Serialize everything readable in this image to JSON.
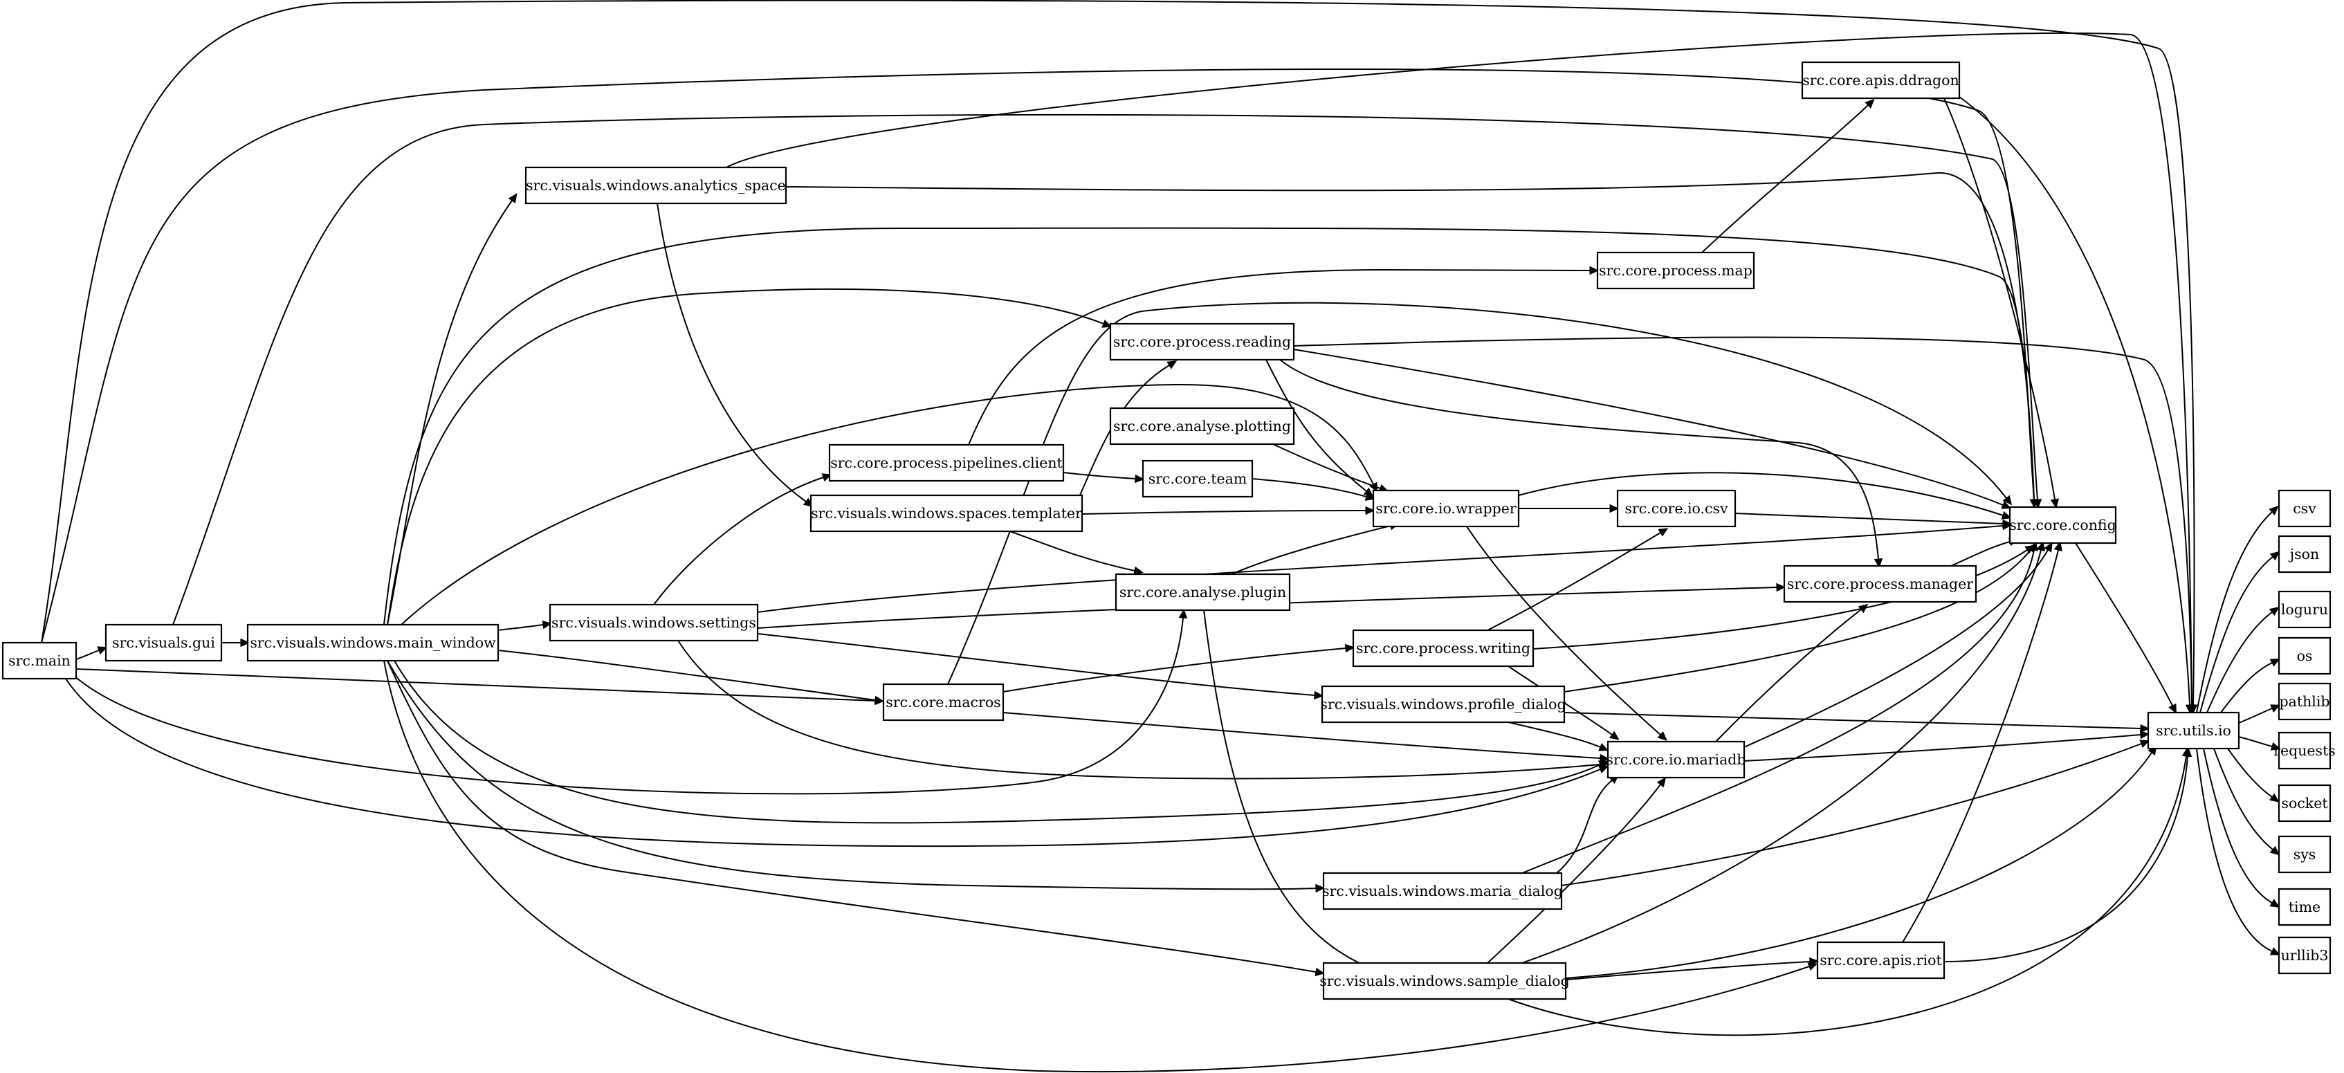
{
  "graph": {
    "nodes": [
      {
        "id": "src_main",
        "label": "src.main"
      },
      {
        "id": "src_visuals_gui",
        "label": "src.visuals.gui"
      },
      {
        "id": "src_visuals_windows_main_window",
        "label": "src.visuals.windows.main_window"
      },
      {
        "id": "src_visuals_windows_analytics_space",
        "label": "src.visuals.windows.analytics_space"
      },
      {
        "id": "src_visuals_windows_settings",
        "label": "src.visuals.windows.settings"
      },
      {
        "id": "src_core_process_pipelines_client",
        "label": "src.core.process.pipelines.client"
      },
      {
        "id": "src_visuals_windows_spaces_templater",
        "label": "src.visuals.windows.spaces.templater"
      },
      {
        "id": "src_core_macros",
        "label": "src.core.macros"
      },
      {
        "id": "src_core_process_reading",
        "label": "src.core.process.reading"
      },
      {
        "id": "src_core_analyse_plotting",
        "label": "src.core.analyse.plotting"
      },
      {
        "id": "src_core_team",
        "label": "src.core.team"
      },
      {
        "id": "src_core_analyse_plugin",
        "label": "src.core.analyse.plugin"
      },
      {
        "id": "src_core_process_writing",
        "label": "src.core.process.writing"
      },
      {
        "id": "src_visuals_windows_profile_dialog",
        "label": "src.visuals.windows.profile_dialog"
      },
      {
        "id": "src_visuals_windows_maria_dialog",
        "label": "src.visuals.windows.maria_dialog"
      },
      {
        "id": "src_visuals_windows_sample_dialog",
        "label": "src.visuals.windows.sample_dialog"
      },
      {
        "id": "src_core_process_map",
        "label": "src.core.process.map"
      },
      {
        "id": "src_core_io_wrapper",
        "label": "src.core.io.wrapper"
      },
      {
        "id": "src_core_io_csv",
        "label": "src.core.io.csv"
      },
      {
        "id": "src_core_io_mariadb",
        "label": "src.core.io.mariadb"
      },
      {
        "id": "src_core_apis_ddragon",
        "label": "src.core.apis.ddragon"
      },
      {
        "id": "src_core_process_manager",
        "label": "src.core.process.manager"
      },
      {
        "id": "src_core_apis_riot",
        "label": "src.core.apis.riot"
      },
      {
        "id": "src_core_config",
        "label": "src.core.config"
      },
      {
        "id": "src_utils_io",
        "label": "src.utils.io"
      },
      {
        "id": "csv",
        "label": "csv"
      },
      {
        "id": "json",
        "label": "json"
      },
      {
        "id": "loguru",
        "label": "loguru"
      },
      {
        "id": "os",
        "label": "os"
      },
      {
        "id": "pathlib",
        "label": "pathlib"
      },
      {
        "id": "requests",
        "label": "requests"
      },
      {
        "id": "socket",
        "label": "socket"
      },
      {
        "id": "sys",
        "label": "sys"
      },
      {
        "id": "time",
        "label": "time"
      },
      {
        "id": "urllib3",
        "label": "urllib3"
      }
    ],
    "edges": [
      {
        "from": "src_main",
        "to": "src_visuals_gui"
      },
      {
        "from": "src_main",
        "to": "src_core_macros"
      },
      {
        "from": "src_main",
        "to": "src_core_analyse_plugin"
      },
      {
        "from": "src_main",
        "to": "src_core_io_mariadb"
      },
      {
        "from": "src_main",
        "to": "src_core_config"
      },
      {
        "from": "src_main",
        "to": "src_utils_io"
      },
      {
        "from": "src_visuals_gui",
        "to": "src_visuals_windows_main_window"
      },
      {
        "from": "src_visuals_gui",
        "to": "src_core_config"
      },
      {
        "from": "src_visuals_windows_main_window",
        "to": "src_visuals_windows_analytics_space"
      },
      {
        "from": "src_visuals_windows_main_window",
        "to": "src_visuals_windows_settings"
      },
      {
        "from": "src_visuals_windows_main_window",
        "to": "src_core_macros"
      },
      {
        "from": "src_visuals_windows_main_window",
        "to": "src_core_process_reading"
      },
      {
        "from": "src_visuals_windows_main_window",
        "to": "src_core_io_wrapper"
      },
      {
        "from": "src_visuals_windows_main_window",
        "to": "src_core_io_mariadb"
      },
      {
        "from": "src_visuals_windows_main_window",
        "to": "src_visuals_windows_maria_dialog"
      },
      {
        "from": "src_visuals_windows_main_window",
        "to": "src_visuals_windows_sample_dialog"
      },
      {
        "from": "src_visuals_windows_main_window",
        "to": "src_core_apis_riot"
      },
      {
        "from": "src_visuals_windows_main_window",
        "to": "src_core_config"
      },
      {
        "from": "src_visuals_windows_analytics_space",
        "to": "src_visuals_windows_spaces_templater"
      },
      {
        "from": "src_visuals_windows_analytics_space",
        "to": "src_core_config"
      },
      {
        "from": "src_visuals_windows_analytics_space",
        "to": "src_utils_io"
      },
      {
        "from": "src_visuals_windows_settings",
        "to": "src_core_process_pipelines_client"
      },
      {
        "from": "src_visuals_windows_settings",
        "to": "src_core_process_manager"
      },
      {
        "from": "src_visuals_windows_settings",
        "to": "src_visuals_windows_profile_dialog"
      },
      {
        "from": "src_visuals_windows_settings",
        "to": "src_core_io_mariadb"
      },
      {
        "from": "src_visuals_windows_settings",
        "to": "src_core_config"
      },
      {
        "from": "src_core_process_pipelines_client",
        "to": "src_core_team"
      },
      {
        "from": "src_core_process_pipelines_client",
        "to": "src_core_process_map"
      },
      {
        "from": "src_visuals_windows_spaces_templater",
        "to": "src_core_process_reading"
      },
      {
        "from": "src_visuals_windows_spaces_templater",
        "to": "src_core_io_wrapper"
      },
      {
        "from": "src_visuals_windows_spaces_templater",
        "to": "src_core_analyse_plugin"
      },
      {
        "from": "src_core_macros",
        "to": "src_core_process_writing"
      },
      {
        "from": "src_core_macros",
        "to": "src_core_io_mariadb"
      },
      {
        "from": "src_core_macros",
        "to": "src_core_config"
      },
      {
        "from": "src_core_process_reading",
        "to": "src_core_io_wrapper"
      },
      {
        "from": "src_core_process_reading",
        "to": "src_core_process_manager"
      },
      {
        "from": "src_core_process_reading",
        "to": "src_core_config"
      },
      {
        "from": "src_core_process_reading",
        "to": "src_utils_io"
      },
      {
        "from": "src_core_analyse_plotting",
        "to": "src_core_io_wrapper"
      },
      {
        "from": "src_core_team",
        "to": "src_core_io_wrapper"
      },
      {
        "from": "src_core_analyse_plugin",
        "to": "src_core_io_wrapper"
      },
      {
        "from": "src_core_analyse_plugin",
        "to": "src_utils_io"
      },
      {
        "from": "src_core_process_writing",
        "to": "src_core_io_csv"
      },
      {
        "from": "src_core_process_writing",
        "to": "src_core_io_mariadb"
      },
      {
        "from": "src_core_process_writing",
        "to": "src_core_config"
      },
      {
        "from": "src_visuals_windows_profile_dialog",
        "to": "src_core_io_mariadb"
      },
      {
        "from": "src_visuals_windows_profile_dialog",
        "to": "src_core_config"
      },
      {
        "from": "src_visuals_windows_profile_dialog",
        "to": "src_utils_io"
      },
      {
        "from": "src_visuals_windows_maria_dialog",
        "to": "src_core_io_mariadb"
      },
      {
        "from": "src_visuals_windows_maria_dialog",
        "to": "src_core_config"
      },
      {
        "from": "src_visuals_windows_maria_dialog",
        "to": "src_utils_io"
      },
      {
        "from": "src_visuals_windows_sample_dialog",
        "to": "src_core_io_mariadb"
      },
      {
        "from": "src_visuals_windows_sample_dialog",
        "to": "src_core_apis_riot"
      },
      {
        "from": "src_visuals_windows_sample_dialog",
        "to": "src_core_config"
      },
      {
        "from": "src_visuals_windows_sample_dialog",
        "to": "src_utils_io"
      },
      {
        "from": "src_core_process_map",
        "to": "src_core_apis_ddragon"
      },
      {
        "from": "src_core_io_wrapper",
        "to": "src_core_io_csv"
      },
      {
        "from": "src_core_io_wrapper",
        "to": "src_core_io_mariadb"
      },
      {
        "from": "src_core_io_wrapper",
        "to": "src_core_config"
      },
      {
        "from": "src_core_io_csv",
        "to": "src_core_config"
      },
      {
        "from": "src_core_io_mariadb",
        "to": "src_core_process_manager"
      },
      {
        "from": "src_core_io_mariadb",
        "to": "src_core_config"
      },
      {
        "from": "src_core_io_mariadb",
        "to": "src_utils_io"
      },
      {
        "from": "src_core_apis_ddragon",
        "to": "src_core_config"
      },
      {
        "from": "src_core_apis_ddragon",
        "to": "src_utils_io"
      },
      {
        "from": "src_core_process_manager",
        "to": "src_core_config"
      },
      {
        "from": "src_core_apis_riot",
        "to": "src_core_config"
      },
      {
        "from": "src_core_apis_riot",
        "to": "src_utils_io"
      },
      {
        "from": "src_core_config",
        "to": "src_utils_io"
      },
      {
        "from": "src_utils_io",
        "to": "csv"
      },
      {
        "from": "src_utils_io",
        "to": "json"
      },
      {
        "from": "src_utils_io",
        "to": "loguru"
      },
      {
        "from": "src_utils_io",
        "to": "os"
      },
      {
        "from": "src_utils_io",
        "to": "pathlib"
      },
      {
        "from": "src_utils_io",
        "to": "requests"
      },
      {
        "from": "src_utils_io",
        "to": "socket"
      },
      {
        "from": "src_utils_io",
        "to": "sys"
      },
      {
        "from": "src_utils_io",
        "to": "time"
      },
      {
        "from": "src_utils_io",
        "to": "urllib3"
      }
    ]
  }
}
